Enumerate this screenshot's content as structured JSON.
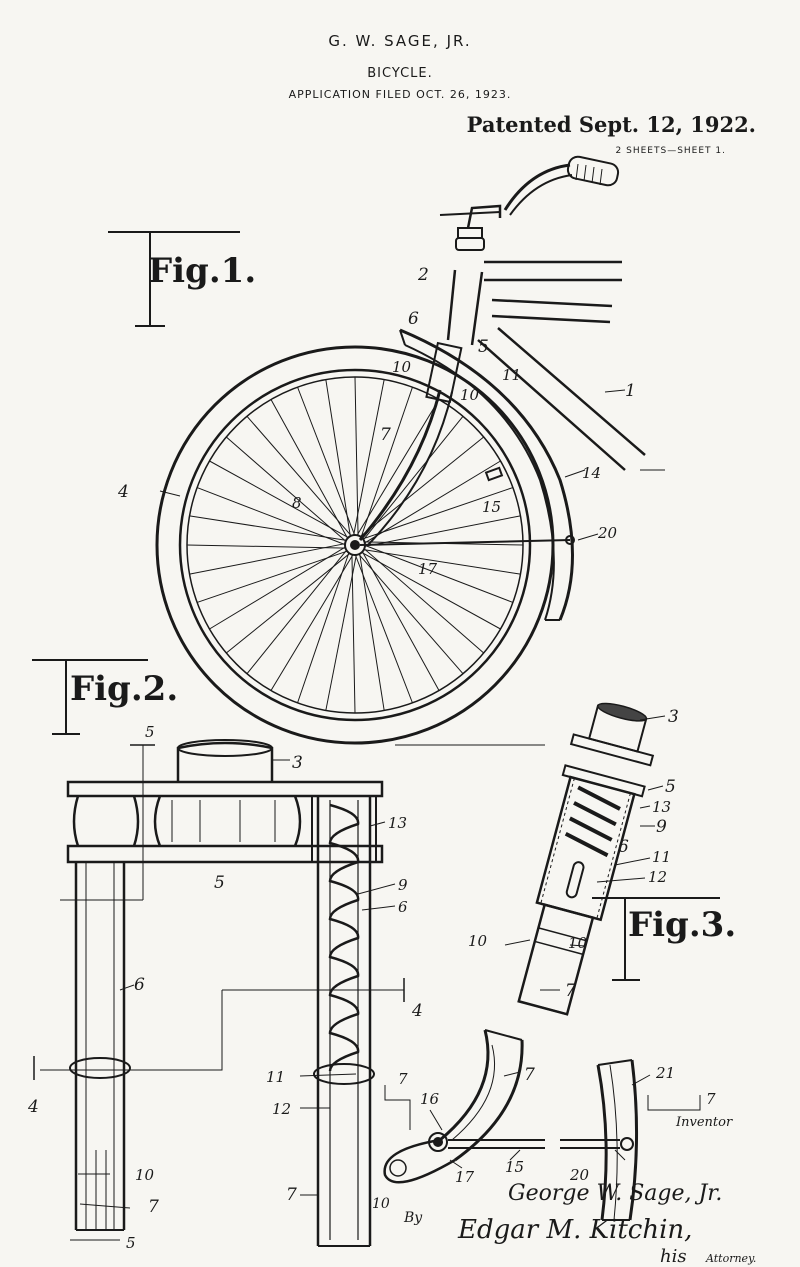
{
  "header": {
    "inventor_name": "G. W. SAGE, JR.",
    "title": "BICYCLE.",
    "application": "APPLICATION FILED OCT. 26, 1923.",
    "patented": "Patented Sept. 12, 1922.",
    "sheets": "2 SHEETS—SHEET 1."
  },
  "figures": {
    "fig1": "Fig.1.",
    "fig2": "Fig.2.",
    "fig3": "Fig.3."
  },
  "numerals": {
    "n1": "1",
    "n2": "2",
    "n3": "3",
    "n4": "4",
    "n5": "5",
    "n6": "6",
    "n7": "7",
    "n8": "8",
    "n9": "9",
    "n10": "10",
    "n11": "11",
    "n12": "12",
    "n13": "13",
    "n14": "14",
    "n15": "15",
    "n16": "16",
    "n17": "17",
    "n20": "20",
    "n21": "21"
  },
  "signature": {
    "inventor_label": "Inventor",
    "inventor_signature": "George W. Sage, Jr.",
    "by": "By",
    "attorney_signature": "Edgar M. Kitchin,",
    "his": "his",
    "attorney_label": "Attorney."
  }
}
